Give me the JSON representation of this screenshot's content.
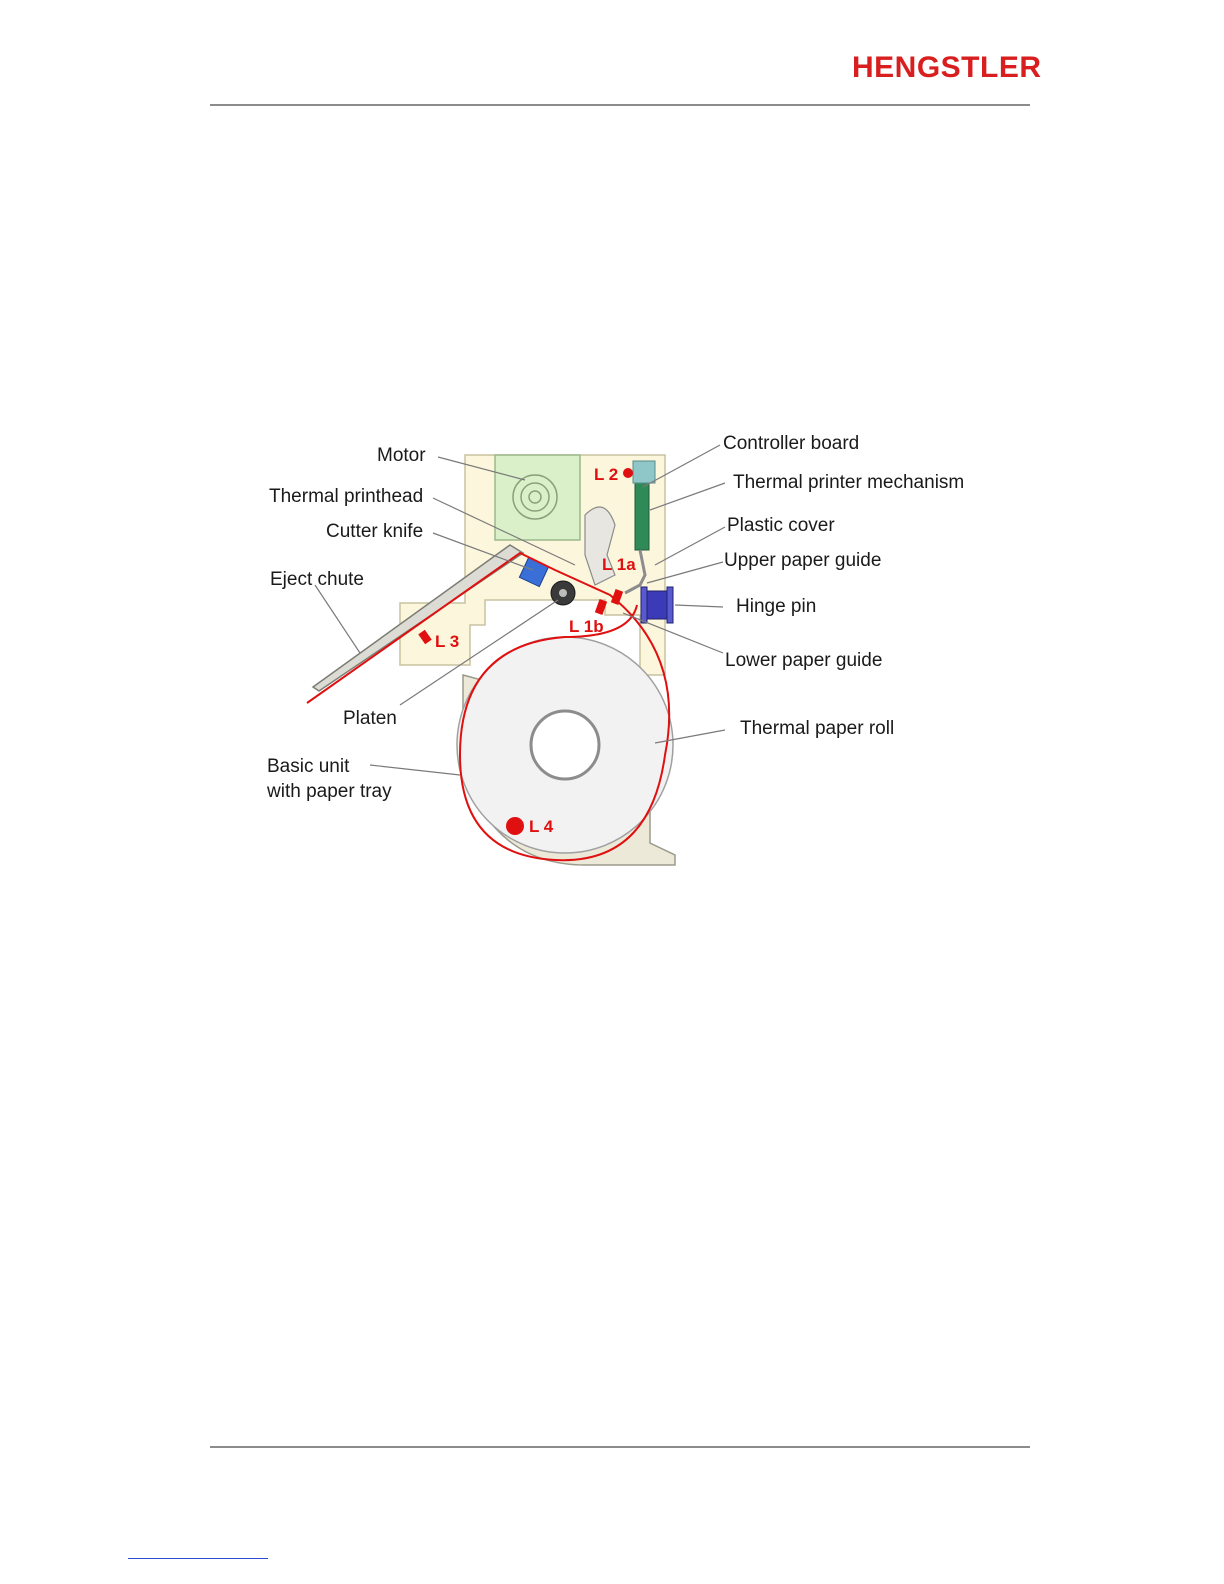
{
  "header": {
    "logo_text": "HENGSTLER",
    "logo_color": "#d81e1e"
  },
  "figure": {
    "labels": {
      "motor": "Motor",
      "controller_board": "Controller board",
      "thermal_printer_mechanism": "Thermal printer mechanism",
      "thermal_printhead": "Thermal printhead",
      "cutter_knife": "Cutter knife",
      "plastic_cover": "Plastic cover",
      "upper_paper_guide": "Upper paper guide",
      "eject_chute": "Eject chute",
      "hinge_pin": "Hinge pin",
      "lower_paper_guide": "Lower paper guide",
      "platen": "Platen",
      "thermal_paper_roll": "Thermal paper roll",
      "basic_unit_line1": "Basic unit",
      "basic_unit_line2": "with paper tray"
    },
    "sensor_tags": {
      "l2": "L 2",
      "l1a": "L 1a",
      "l1b": "L 1b",
      "l3": "L 3",
      "l4": "L 4"
    },
    "colors": {
      "paper_path": "#e01010",
      "housing": "#fbf6dc",
      "motor": "#d9f0c8",
      "cutter": "#3a6fd8",
      "hinge": "#3b3bb8"
    }
  }
}
